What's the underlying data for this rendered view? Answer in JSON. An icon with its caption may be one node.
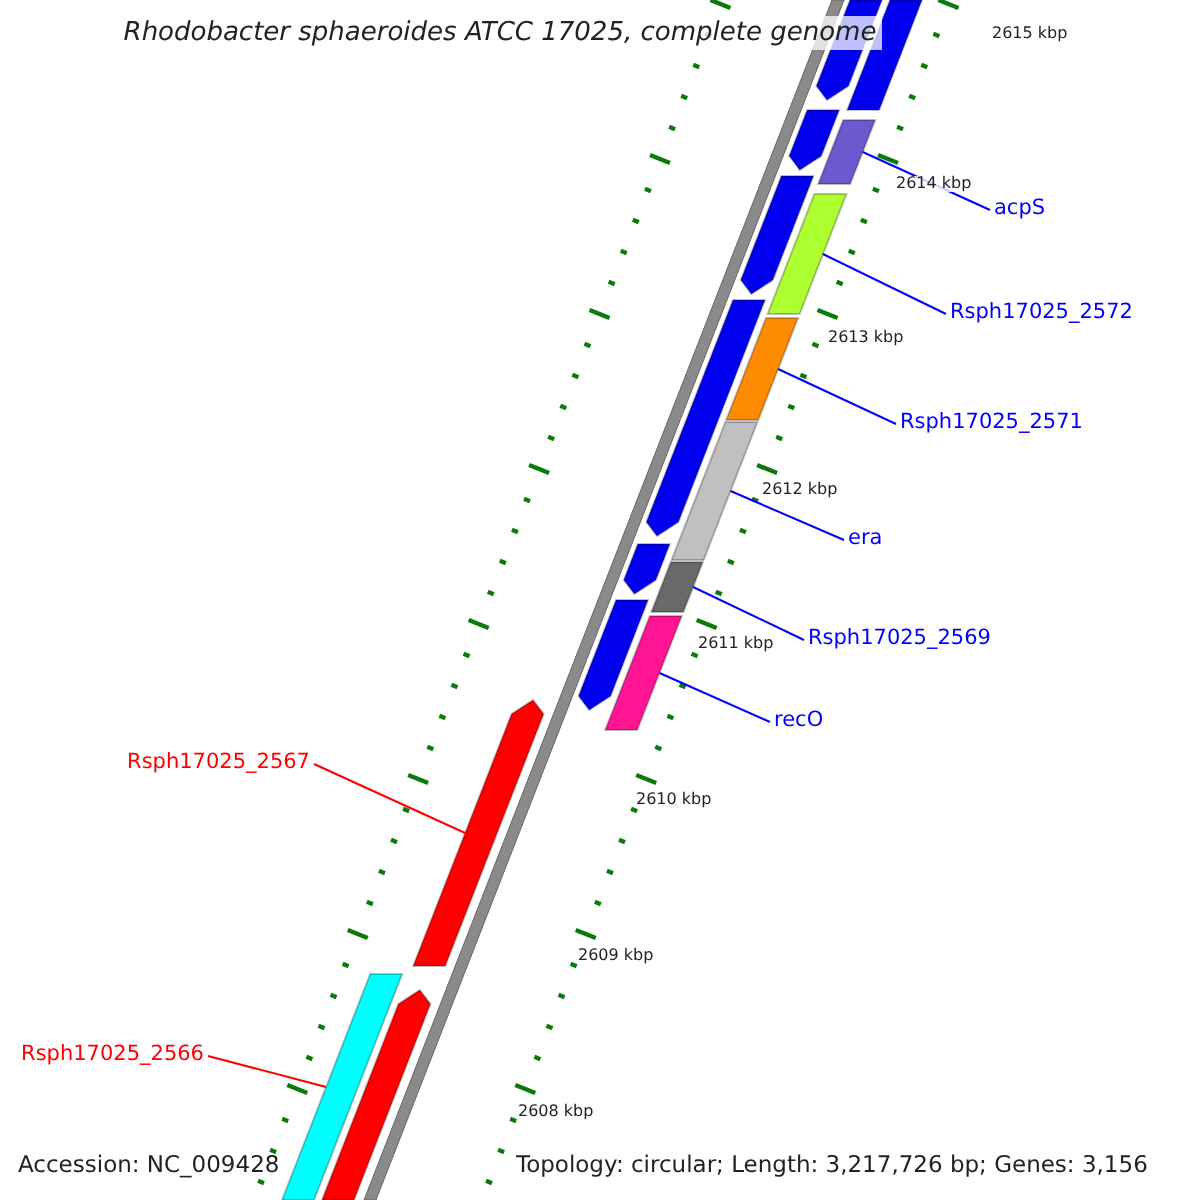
{
  "diagram": {
    "title": "Rhodobacter sphaeroides ATCC 17025, complete genome",
    "nodes": [
      {
        "text": [
          "acpS"
        ]
      },
      {
        "text": [],
        "shape": "bar"
      },
      {
        "text": [
          "Rsph17025_2572"
        ]
      },
      {
        "text": [],
        "shape": "bar"
      },
      {
        "text": [
          "Rsph17025_2571"
        ]
      },
      {
        "text": [],
        "shape": "bar"
      },
      {
        "text": [
          "era"
        ]
      },
      {
        "text": [],
        "shape": "bar"
      },
      {
        "text": [
          "Rsph17025_2569"
        ]
      },
      {
        "text": [],
        "shape": "bar"
      },
      {
        "text": [
          "recO"
        ]
      },
      {
        "text": [],
        "shape": "bar"
      },
      {
        "text": [
          "Rsph17025_2567"
        ]
      },
      {
        "text": [],
        "shape": "arrow"
      },
      {
        "text": [
          "Rsph17025_2566"
        ]
      },
      {
        "text": [],
        "shape": "bar"
      },
      {
        "text": [],
        "shape": "arrow"
      },
      {
        "text": [],
        "shape": "bar"
      },
      {
        "text": [],
        "shape": "arrow"
      },
      {
        "text": [],
        "shape": "arrow"
      },
      {
        "text": [],
        "shape": "arrow"
      },
      {
        "text": [],
        "shape": "arrow"
      },
      {
        "text": [],
        "shape": "arrow"
      },
      {
        "text": [],
        "shape": "arrow"
      }
    ],
    "edges": [
      {
        "from": 0,
        "to": 1,
        "arrow": "none"
      },
      {
        "from": 2,
        "to": 3,
        "arrow": "none"
      },
      {
        "from": 4,
        "to": 5,
        "arrow": "none"
      },
      {
        "from": 6,
        "to": 7,
        "arrow": "none"
      },
      {
        "from": 8,
        "to": 9,
        "arrow": "none"
      },
      {
        "from": 10,
        "to": 11,
        "arrow": "none"
      },
      {
        "from": 12,
        "to": 13,
        "arrow": "none",
        "color": "#ff0000"
      },
      {
        "from": 14,
        "to": 15,
        "arrow": "none",
        "color": "#ff0000"
      }
    ],
    "labels": [
      "2615 kbp",
      "2614 kbp",
      "2613 kbp",
      "2612 kbp",
      "2611 kbp",
      "2610 kbp",
      "2609 kbp",
      "2608 kbp",
      "Accession: NC_009428",
      "Topology: circular; Length: 3,217,726 bp; Genes: 3,156"
    ]
  }
}
